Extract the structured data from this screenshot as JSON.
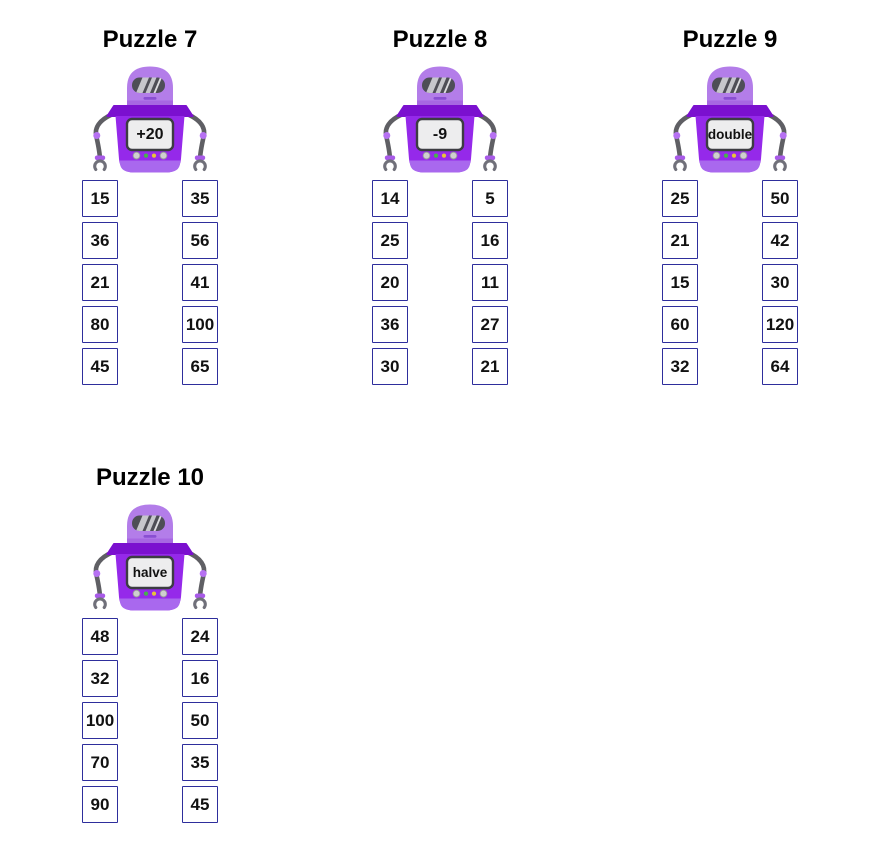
{
  "page": {
    "background": "#ffffff",
    "title_color": "#000000"
  },
  "colors": {
    "robot_head": "#b37de9",
    "robot_body": "#9529ea",
    "robot_collar": "#7b10cf",
    "robot_body_bottom": "#a968ee",
    "robot_arm": "#5f5f64",
    "screen_fill": "#ededee",
    "screen_border": "#3c3c42",
    "box_border": "#2e2e9c",
    "dot_green": "#47b14b",
    "dot_yellow": "#e8c33a"
  },
  "puzzles": [
    {
      "title": "Puzzle 7",
      "rule": "+20",
      "inputs": [
        "15",
        "36",
        "21",
        "80",
        "45"
      ],
      "outputs": [
        "35",
        "56",
        "41",
        "100",
        "65"
      ]
    },
    {
      "title": "Puzzle 8",
      "rule": "-9",
      "inputs": [
        "14",
        "25",
        "20",
        "36",
        "30"
      ],
      "outputs": [
        "5",
        "16",
        "11",
        "27",
        "21"
      ]
    },
    {
      "title": "Puzzle 9",
      "rule": "double",
      "inputs": [
        "25",
        "21",
        "15",
        "60",
        "32"
      ],
      "outputs": [
        "50",
        "42",
        "30",
        "120",
        "64"
      ]
    },
    {
      "title": "Puzzle 10",
      "rule": "halve",
      "inputs": [
        "48",
        "32",
        "100",
        "70",
        "90"
      ],
      "outputs": [
        "24",
        "16",
        "50",
        "35",
        "45"
      ]
    }
  ]
}
